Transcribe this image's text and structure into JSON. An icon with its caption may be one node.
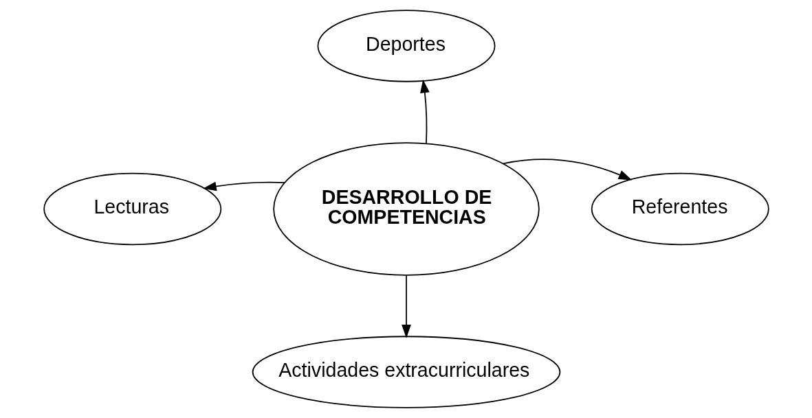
{
  "diagram": {
    "nodes": [
      {
        "text": [
          "Deportes"
        ]
      },
      {
        "text": [
          "Lecturas"
        ]
      },
      {
        "text": [
          "DESARROLLO DE COMPETENCIAS"
        ]
      },
      {
        "text": [
          "Referentes"
        ]
      },
      {
        "text": [
          "Actividades extracurriculares"
        ]
      }
    ],
    "edges": [
      {
        "from": 2,
        "to": 0,
        "arrow": "to"
      },
      {
        "from": 2,
        "to": 1,
        "arrow": "to"
      },
      {
        "from": 2,
        "to": 3,
        "arrow": "to"
      },
      {
        "from": 2,
        "to": 4,
        "arrow": "to"
      }
    ]
  }
}
